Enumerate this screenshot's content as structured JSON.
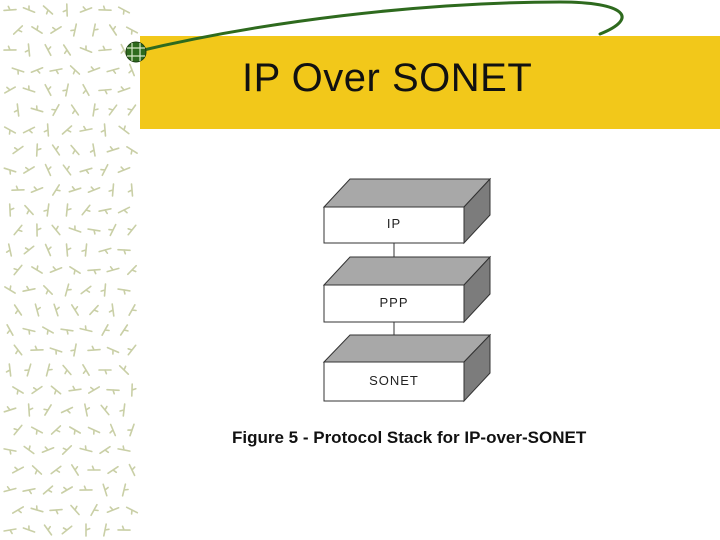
{
  "slide": {
    "title": "IP Over SONET",
    "background_color": "#ffffff",
    "title_band_color": "#f2c81a",
    "swoosh_color": "#2e6a1e",
    "texture_color": "#c9cfa6"
  },
  "diagram": {
    "layers": [
      {
        "label": "IP"
      },
      {
        "label": "PPP"
      },
      {
        "label": "SONET"
      }
    ],
    "caption": "Figure 5 - Protocol Stack for IP-over-SONET",
    "box_face_color": "#ffffff",
    "box_top_color": "#a8a8a8",
    "box_side_color": "#7c7c7c",
    "stroke_color": "#333333"
  }
}
